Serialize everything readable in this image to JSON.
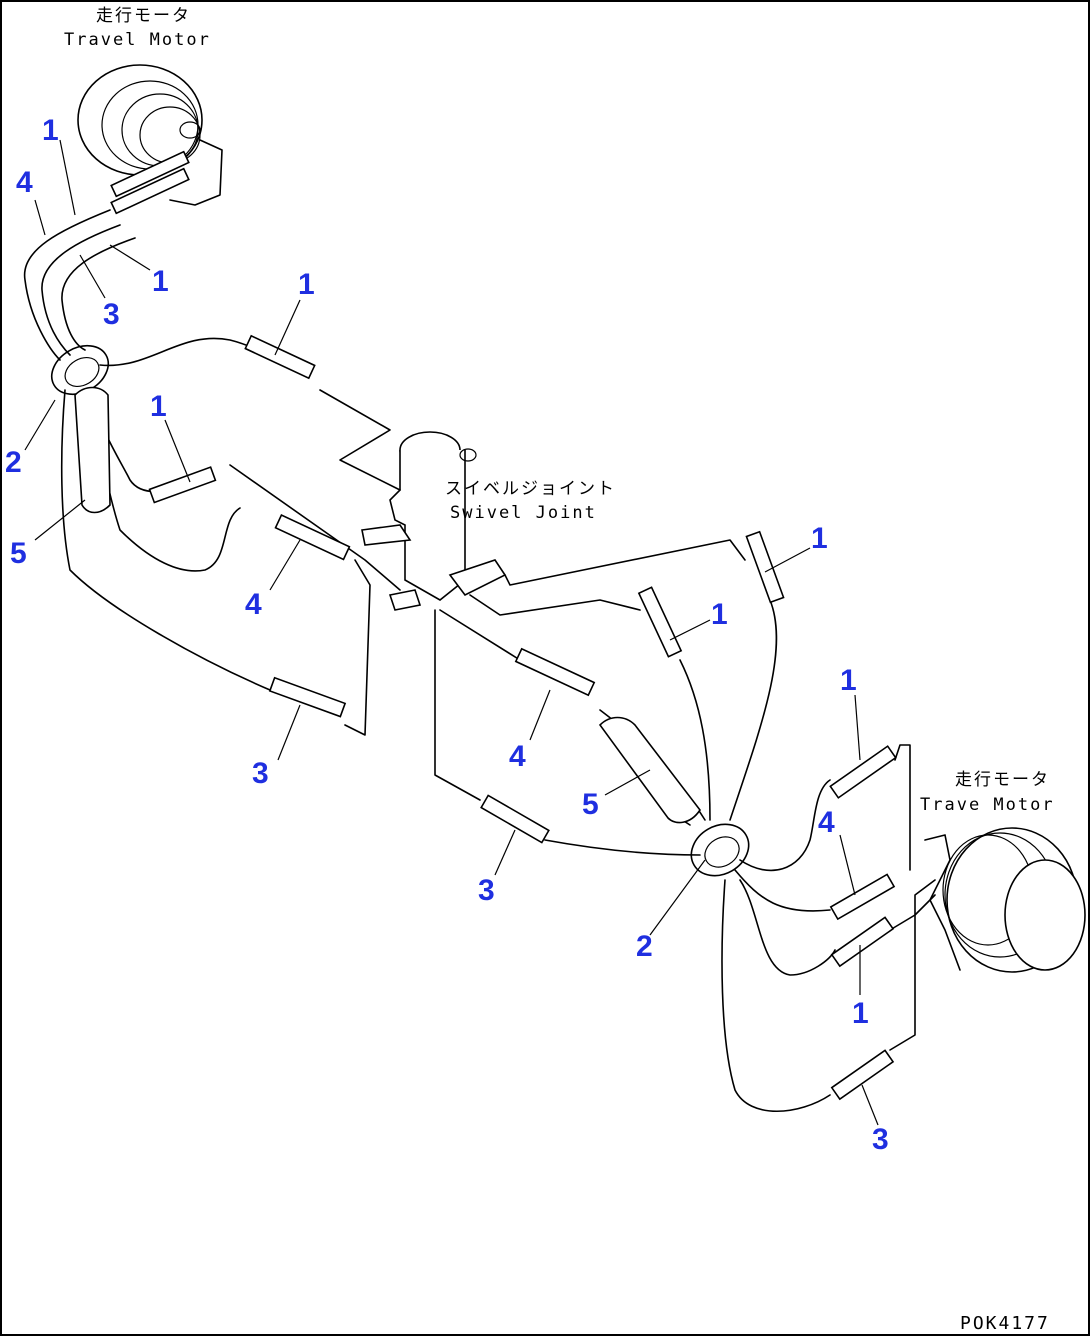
{
  "labels": {
    "travel_motor_top_jp": "走行モータ",
    "travel_motor_top_en": "Travel Motor",
    "swivel_joint_jp": "スイベルジョイント",
    "swivel_joint_en": "Swivel Joint",
    "travel_motor_right_jp": "走行モータ",
    "travel_motor_right_en": "Trave Motor",
    "drawing_code": "POK4177"
  },
  "callouts": [
    "1",
    "4",
    "1",
    "3",
    "1",
    "1",
    "2",
    "5",
    "4",
    "3",
    "1",
    "1",
    "4",
    "5",
    "3",
    "2",
    "1",
    "4",
    "1",
    "3"
  ],
  "colors": {
    "callout": "#1f2fe0",
    "line": "#000000",
    "background": "#ffffff"
  }
}
